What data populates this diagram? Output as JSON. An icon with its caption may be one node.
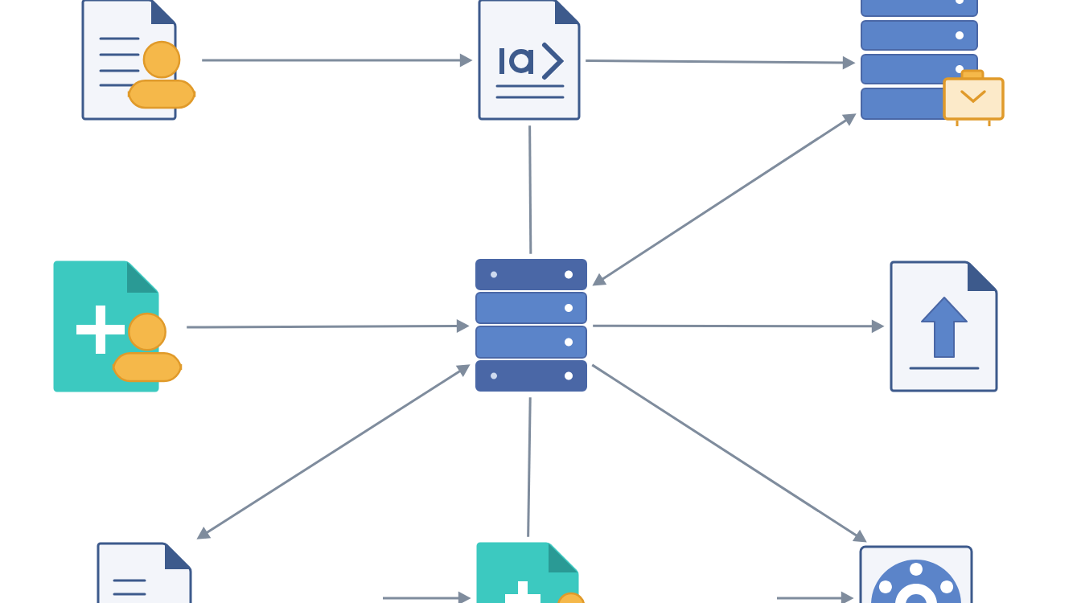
{
  "diagram": {
    "nodes": [
      {
        "text": [],
        "shape": "picture"
      },
      {
        "text": [],
        "shape": "picture"
      },
      {
        "text": [],
        "shape": "picture"
      },
      {
        "text": [],
        "shape": "picture"
      },
      {
        "text": [],
        "shape": "picture"
      },
      {
        "text": [],
        "shape": "picture"
      },
      {
        "text": [],
        "shape": "picture"
      },
      {
        "text": [],
        "shape": "picture"
      },
      {
        "text": [],
        "shape": "picture"
      }
    ],
    "edges": [
      {
        "from": 0,
        "to": 1,
        "arrow": "to"
      },
      {
        "from": 1,
        "to": 2,
        "arrow": "to"
      },
      {
        "from": 1,
        "to": 4,
        "arrow": "none"
      },
      {
        "from": 4,
        "to": 2,
        "arrow": "both"
      },
      {
        "from": 3,
        "to": 4,
        "arrow": "to"
      },
      {
        "from": 4,
        "to": 5,
        "arrow": "to"
      },
      {
        "from": 4,
        "to": 6,
        "arrow": "both"
      },
      {
        "from": 4,
        "to": 7,
        "arrow": "none"
      },
      {
        "from": 4,
        "to": 8,
        "arrow": "to"
      },
      {
        "from": null,
        "to": 7,
        "arrow": "to"
      },
      {
        "from": null,
        "to": 8,
        "arrow": "to"
      }
    ]
  }
}
